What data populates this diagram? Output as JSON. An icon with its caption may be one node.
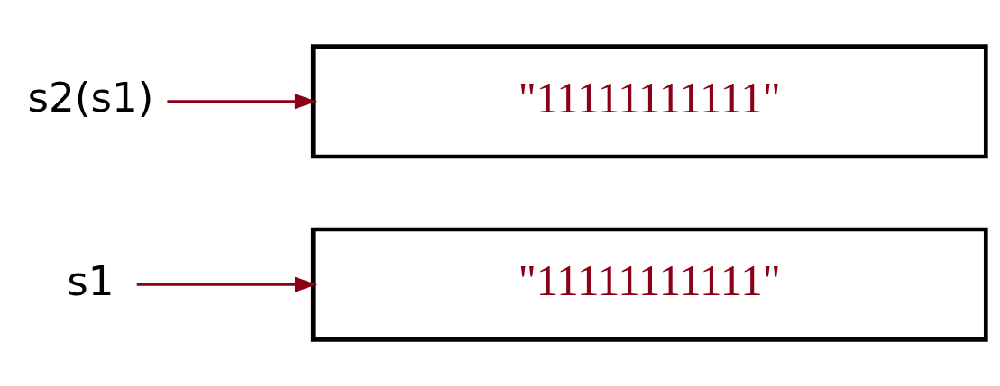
{
  "diagram": {
    "nodes": [
      {
        "text": [
          "\"11111111111\""
        ]
      },
      {
        "text": [
          "s1"
        ]
      },
      {
        "text": [
          "\"11111111111\""
        ]
      },
      {
        "text": [
          "s2(s1)"
        ]
      }
    ],
    "edges": [
      {
        "from": 1,
        "to": 0,
        "arrow": "to"
      },
      {
        "from": 3,
        "to": 2,
        "arrow": "to"
      }
    ]
  }
}
